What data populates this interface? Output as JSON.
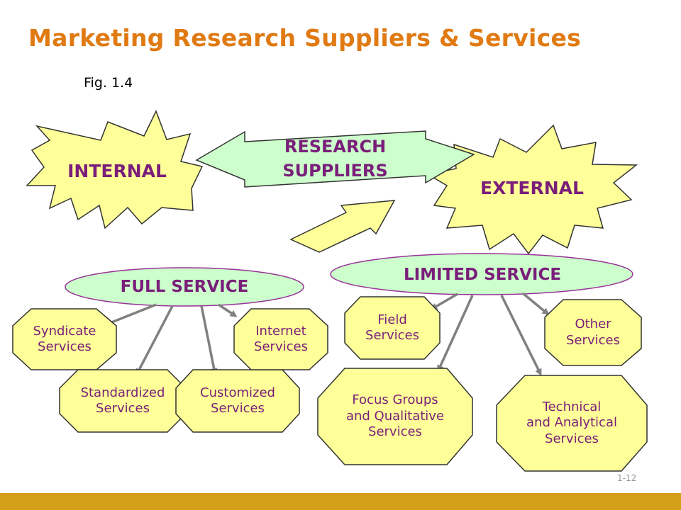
{
  "title": "Marketing Research Suppliers & Services",
  "figure_label": "Fig. 1.4",
  "nodes": {
    "internal": "INTERNAL",
    "research_suppliers": "RESEARCH\nSUPPLIERS",
    "external": "EXTERNAL",
    "full_service": "FULL SERVICE",
    "limited_service": "LIMITED SERVICE",
    "syndicate": "Syndicate\nServices",
    "standardized": "Standardized\nServices",
    "customized": "Customized\nServices",
    "internet": "Internet\nServices",
    "field": "Field\nServices",
    "focus_groups": "Focus Groups\nand Qualitative\nServices",
    "technical": "Technical\nand Analytical\nServices",
    "other": "Other\nServices"
  },
  "slide_number": "1-12",
  "colors": {
    "title": "#e07a12",
    "label_text": "#7a1e7a",
    "burst_fill": "#ffff99",
    "arrow_fill": "#ccffcc",
    "ellipse_fill": "#ccffcc",
    "ellipse_stroke": "#993399",
    "octagon_fill": "#ffff99",
    "connector": "#808080",
    "bottom_bar": "#d4a017"
  }
}
